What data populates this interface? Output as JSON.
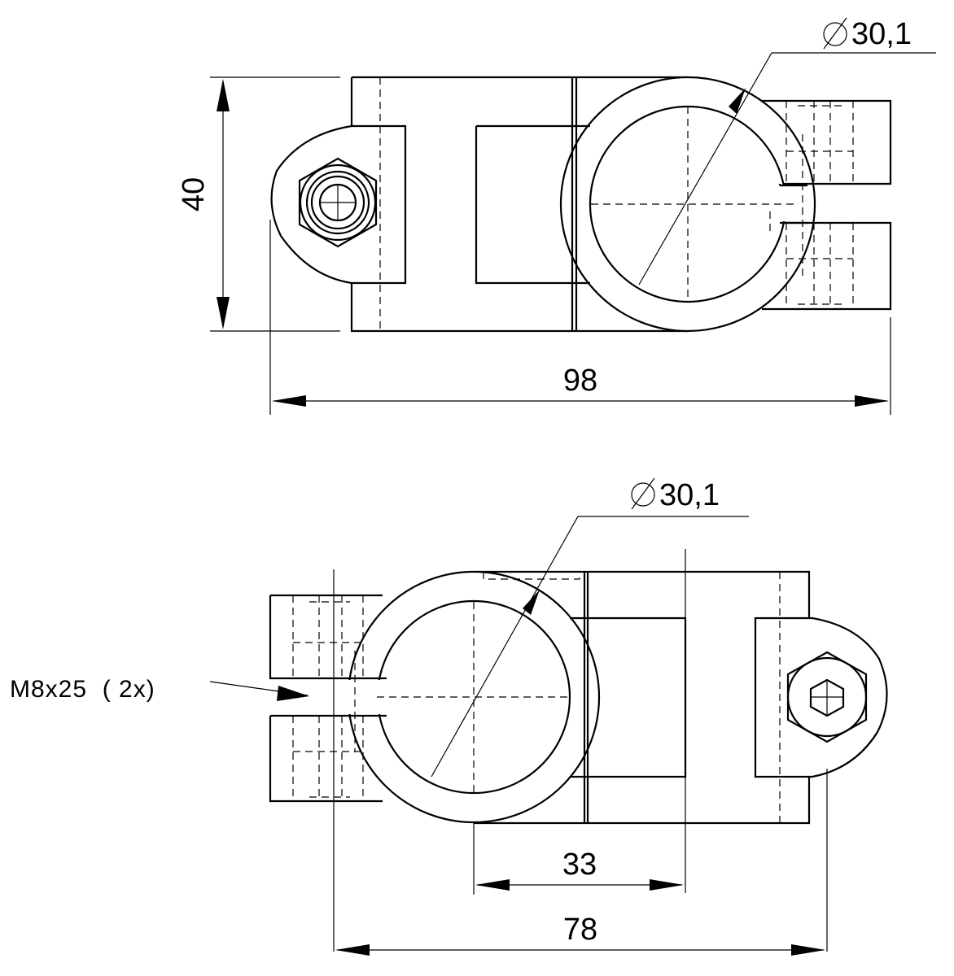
{
  "top_view": {
    "diameter_label": "30,1",
    "height_label": "40",
    "width_label": "98"
  },
  "bottom_view": {
    "diameter_label": "30,1",
    "bolt_label": "M8x25  ( 2x)",
    "inner_width_label": "33",
    "outer_width_label": "78"
  },
  "symbols": {
    "diameter": "diameter-icon"
  }
}
